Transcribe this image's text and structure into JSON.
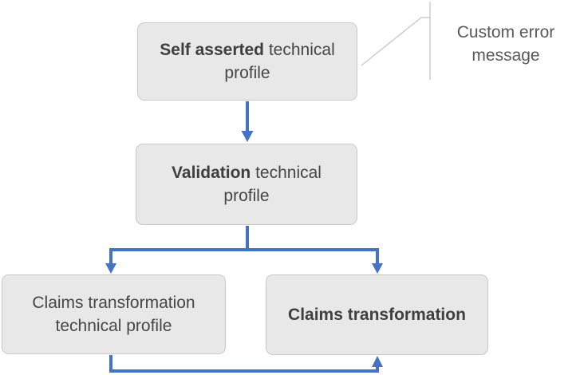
{
  "diagram": {
    "nodes": [
      {
        "id": "self-asserted-technical-profile",
        "bold": "Self asserted",
        "regular": " technical profile"
      },
      {
        "id": "validation-technical-profile",
        "bold": "Validation",
        "regular": " technical profile"
      },
      {
        "id": "claims-transformation-technical-profile",
        "bold": "",
        "regular": "Claims transformation technical profile"
      },
      {
        "id": "claims-transformation",
        "bold": "Claims transformation",
        "regular": ""
      }
    ],
    "callout": {
      "text": "Custom error message"
    },
    "colors": {
      "arrow": "#4472C4",
      "node_fill": "#E8E8E8",
      "node_border": "#C9C9C9",
      "node_text": "#464646",
      "callout_text": "#595959",
      "callout_line": "#CBCBCB",
      "background": "#FFFFFF"
    }
  }
}
